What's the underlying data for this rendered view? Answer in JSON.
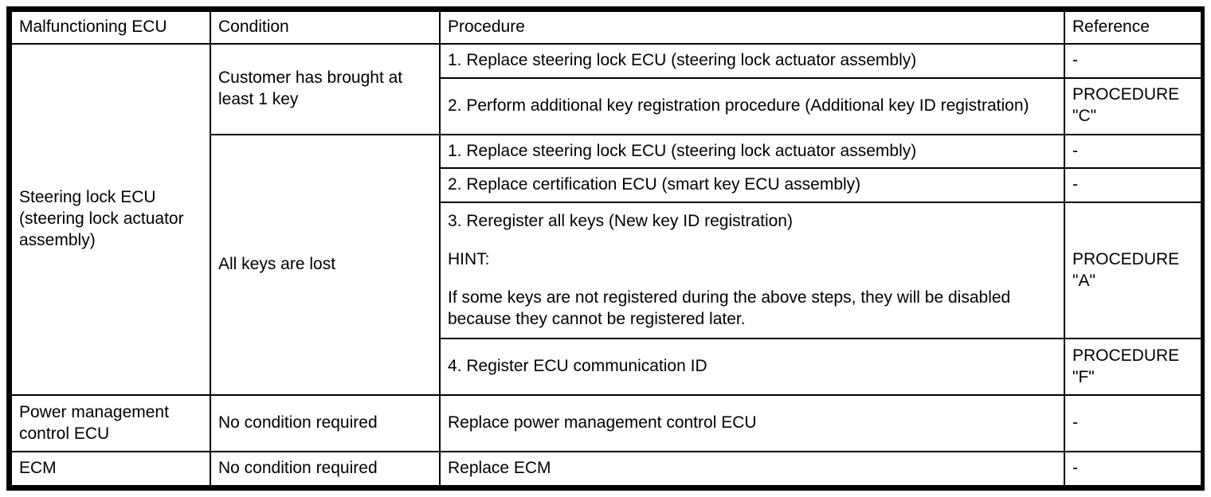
{
  "table": {
    "name": "ecu-replacement-procedure-table",
    "headers": {
      "col1": "Malfunctioning ECU",
      "col2": "Condition",
      "col3": "Procedure",
      "col4": "Reference"
    },
    "groups": [
      {
        "ecu": "Steering lock ECU (steering lock actuator assembly)",
        "conditions": [
          {
            "condition": "Customer has brought at least 1 key",
            "steps": [
              {
                "procedure": "1. Replace steering lock ECU (steering lock actuator assembly)",
                "reference": "-"
              },
              {
                "procedure": "2. Perform additional key registration procedure (Additional key ID registration)",
                "reference_line1": "PROCEDURE",
                "reference_line2": "\"C\""
              }
            ]
          },
          {
            "condition": "All keys are lost",
            "steps": [
              {
                "procedure": "1. Replace steering lock ECU (steering lock actuator assembly)",
                "reference": "-"
              },
              {
                "procedure": "2. Replace certification ECU (smart key ECU assembly)",
                "reference": "-"
              },
              {
                "procedure_line1": "3. Reregister all keys (New key ID registration)",
                "hint_label": "HINT:",
                "hint_text": "If some keys are not registered during the above steps, they will be disabled because they cannot be registered later.",
                "reference_line1": "PROCEDURE",
                "reference_line2": "\"A\""
              },
              {
                "procedure": "4. Register ECU communication ID",
                "reference_line1": "PROCEDURE",
                "reference_line2": "\"F\""
              }
            ]
          }
        ]
      },
      {
        "ecu": "Power management control ECU",
        "condition": "No condition required",
        "procedure": "Replace power management control ECU",
        "reference": "-"
      },
      {
        "ecu": "ECM",
        "condition": "No condition required",
        "procedure": "Replace ECM",
        "reference": "-"
      }
    ]
  }
}
